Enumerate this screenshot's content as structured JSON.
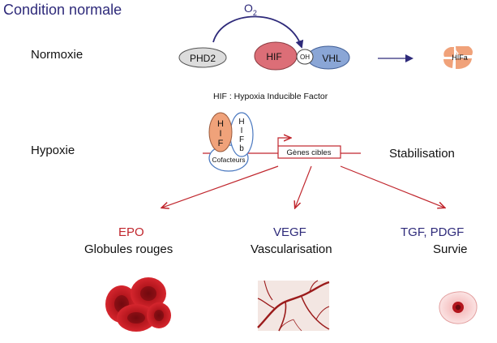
{
  "title": "Condition normale",
  "rows": {
    "normoxie": "Normoxie",
    "hypoxie": "Hypoxie",
    "stabilisation": "Stabilisation"
  },
  "molecules": {
    "o2_base": "O",
    "o2_sub": "2",
    "phd2": "PHD2",
    "hif": "HIF",
    "oh": "OH",
    "vhl": "VHL",
    "hif_alpha_degraded": "HIFa"
  },
  "hif_definition": "HIF : Hypoxia Inducible Factor",
  "complex": {
    "hif_alpha_letters": [
      "H",
      "I",
      "F"
    ],
    "hif_beta_letters": [
      "H",
      "I",
      "F",
      "b"
    ],
    "cofactors": "Cofacteurs",
    "target_genes": "Gènes cibles"
  },
  "outcomes": {
    "epo": {
      "header": "EPO",
      "label": "Globules rouges"
    },
    "vegf": {
      "header": "VEGF",
      "label": "Vascularisation"
    },
    "tgf": {
      "header": "TGF, PDGF",
      "label": "Survie"
    }
  },
  "colors": {
    "navy": "#2e2a7a",
    "red": "#c0262d",
    "hif_red": "#dc6e77",
    "vhl_blue": "#8aa6d6",
    "phd2_grey": "#dcdcdc",
    "hif_orange": "#f0a27a",
    "cell_pink": "#f6c9c9"
  },
  "icons": [
    "red-blood-cells-icon",
    "blood-vessels-icon",
    "surviving-cell-icon"
  ]
}
